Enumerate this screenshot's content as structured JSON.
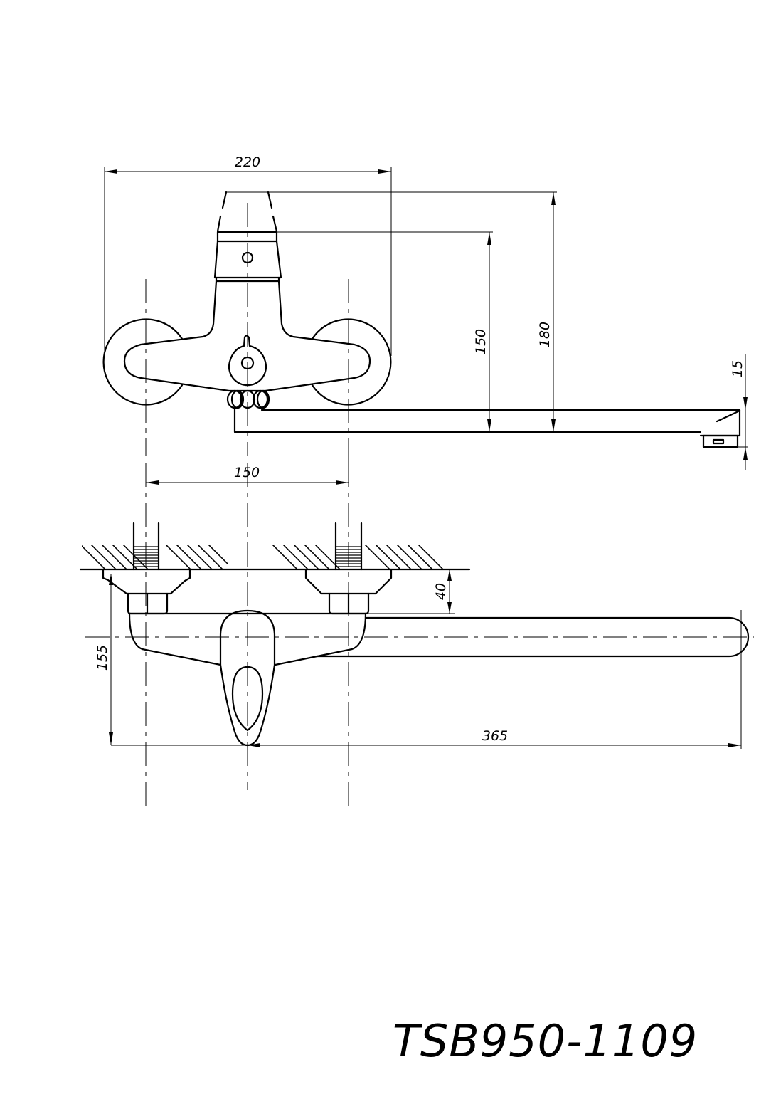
{
  "drawing": {
    "title": "TSB950-1109",
    "front_view": {
      "dimensions": {
        "overall_width": "220",
        "body_height": "150",
        "overall_height": "180",
        "spout_outlet_offset": "15"
      }
    },
    "top_view": {
      "dimensions": {
        "inlet_spacing": "150",
        "wall_offset": "40",
        "depth": "155",
        "spout_reach": "365"
      }
    },
    "colors": {
      "line": "#000000",
      "background": "#ffffff"
    }
  }
}
